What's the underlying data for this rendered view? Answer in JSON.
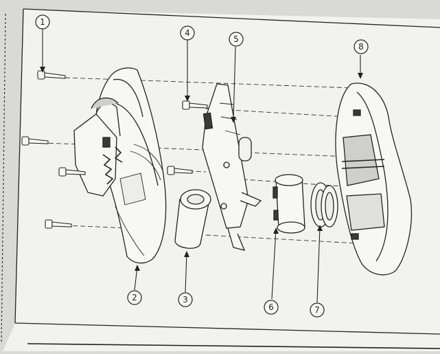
{
  "diagram": {
    "type": "exploded-assembly",
    "callouts": [
      {
        "id": "c1",
        "label": "1"
      },
      {
        "id": "c2",
        "label": "2"
      },
      {
        "id": "c3",
        "label": "3"
      },
      {
        "id": "c4",
        "label": "4"
      },
      {
        "id": "c5",
        "label": "5"
      },
      {
        "id": "c6",
        "label": "6"
      },
      {
        "id": "c7",
        "label": "7"
      },
      {
        "id": "c8",
        "label": "8"
      }
    ]
  },
  "colors": {
    "paper": "#f2f2ee",
    "background": "#d9d9d6",
    "ink": "#222222",
    "shade": "#8a8a86",
    "dark_fill": "#3a3a3a"
  }
}
